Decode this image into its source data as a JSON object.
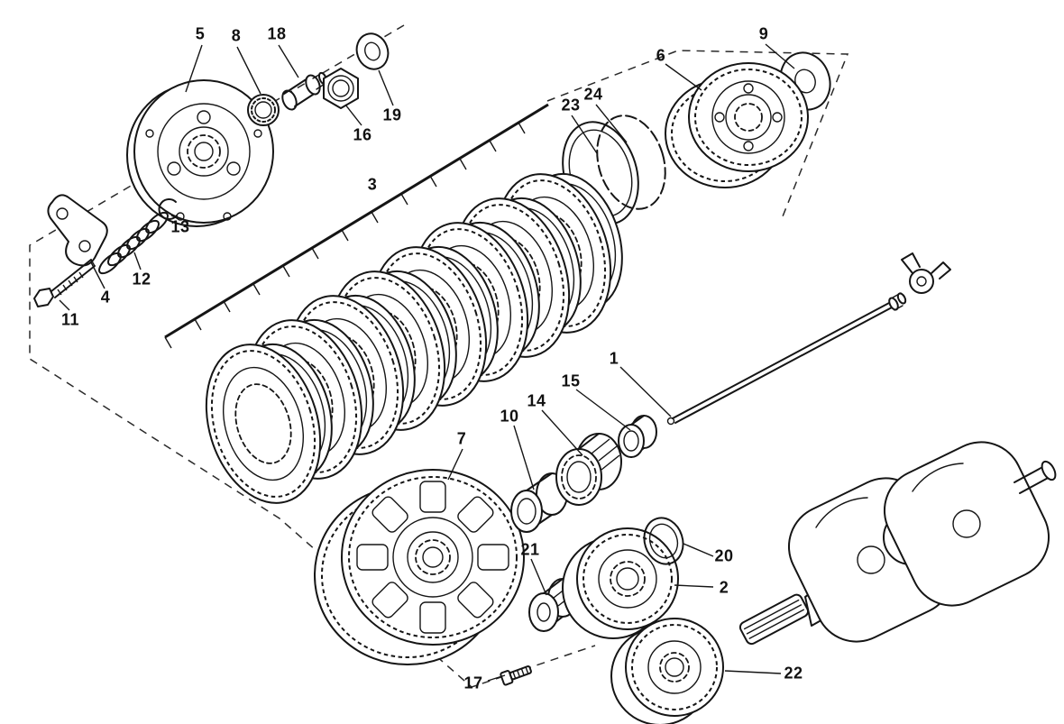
{
  "diagram": {
    "background_color": "#ffffff",
    "line_color": "#151515"
  },
  "callouts": [
    {
      "label": "1"
    },
    {
      "label": "2"
    },
    {
      "label": "3"
    },
    {
      "label": "4"
    },
    {
      "label": "5"
    },
    {
      "label": "6"
    },
    {
      "label": "7"
    },
    {
      "label": "8"
    },
    {
      "label": "9"
    },
    {
      "label": "10"
    },
    {
      "label": "11"
    },
    {
      "label": "12"
    },
    {
      "label": "13"
    },
    {
      "label": "14"
    },
    {
      "label": "15"
    },
    {
      "label": "16"
    },
    {
      "label": "17"
    },
    {
      "label": "18"
    },
    {
      "label": "19"
    },
    {
      "label": "20"
    },
    {
      "label": "21"
    },
    {
      "label": "22"
    },
    {
      "label": "23"
    },
    {
      "label": "24"
    }
  ]
}
